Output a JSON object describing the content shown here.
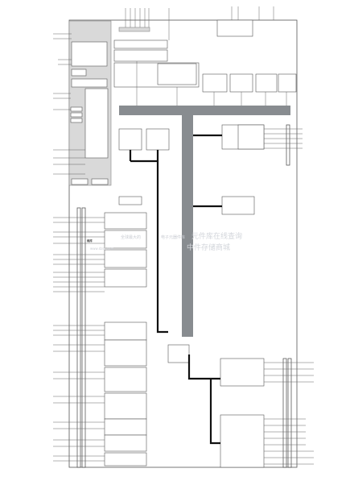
{
  "watermark": {
    "brand": "维库",
    "line1": "全球最大的",
    "line2": "电子元器件库",
    "url": "www.dzsc.com",
    "line3": "元件库在线查询",
    "line4": "中件存储商城"
  }
}
